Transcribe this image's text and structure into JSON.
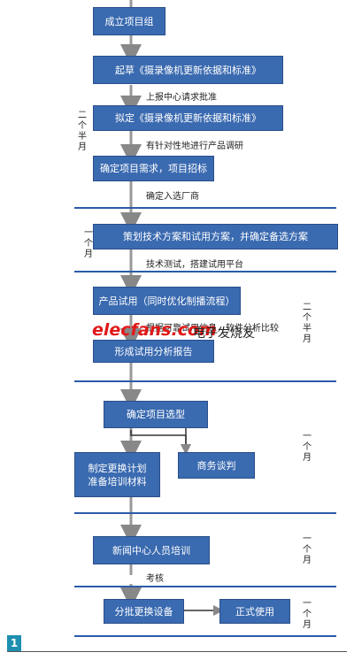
{
  "steps": {
    "s1": "成立项目组",
    "s2": "起草《摄录像机更新依据和标准》",
    "s3": "拟定《摄录像机更新依据和标准》",
    "s4": "确定项目需求，项目招标",
    "s5": "策划技术方案和试用方案，并确定备选方案",
    "s6": "产品试用（同时优化制播流程）",
    "s7": "形成试用分析报告",
    "s8": "确定项目选型",
    "s9a": "制定更换计划",
    "s9b": "准备培训材料",
    "s10": "商务谈判",
    "s11": "新闻中心人员培训",
    "s12": "分批更换设备",
    "s13": "正式使用"
  },
  "notes": {
    "n1": "上报中心请求批准",
    "n2": "有针对性地进行产品调研",
    "n3": "确定入选厂商",
    "n4": "技术测试，搭建试用平台",
    "n5": "根据可靠试用信息，软件分析比较",
    "n6": "考核"
  },
  "periods": {
    "p1": "二个半月",
    "p2": "一个月",
    "p3": "二个半月",
    "p4": "一个月",
    "p5": "一个月",
    "p6": "一个月"
  },
  "watermark": {
    "logo": "elecfans.com",
    "logo_cn": "电子发烧友"
  },
  "figure_number": "1",
  "colors": {
    "box": "#3a6ab0",
    "divider": "#2b5ba8",
    "arrow": "#999999",
    "logo": "#e01818"
  }
}
